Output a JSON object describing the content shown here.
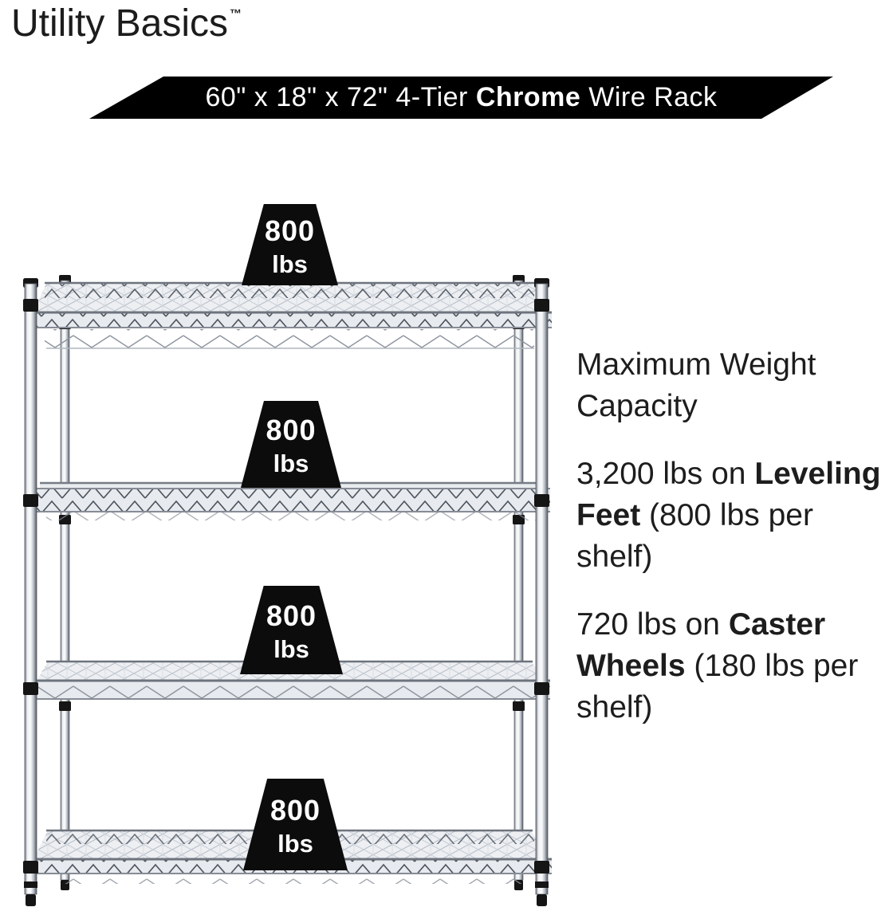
{
  "brand": {
    "name": "Utility Basics",
    "trademark": "™"
  },
  "banner": {
    "part_regular1": "60\" x 18\" x 72\" 4-Tier ",
    "part_bold": "Chrome",
    "part_regular2": " Wire Rack",
    "bg_color": "#000000",
    "text_color": "#ffffff"
  },
  "rack": {
    "type": "4-tier chrome wire rack",
    "shelf_count": 4
  },
  "weights": [
    {
      "value": "800",
      "unit": "lbs"
    },
    {
      "value": "800",
      "unit": "lbs"
    },
    {
      "value": "800",
      "unit": "lbs"
    },
    {
      "value": "800",
      "unit": "lbs"
    }
  ],
  "info": {
    "heading": "Maximum Weight Capacity",
    "paragraphs": [
      {
        "pre": "3,200 lbs on ",
        "bold": "Leveling Feet",
        "post": " (800 lbs per shelf)"
      },
      {
        "pre": "720 lbs on ",
        "bold": "Caster Wheels",
        "post": " (180 lbs per shelf)"
      }
    ]
  },
  "colors": {
    "text": "#1c1c1c",
    "weight_badge_bg": "#0c0c0c",
    "weight_badge_text": "#ffffff",
    "chrome_light": "#f5f7f9",
    "chrome_dark": "#6f747c"
  }
}
